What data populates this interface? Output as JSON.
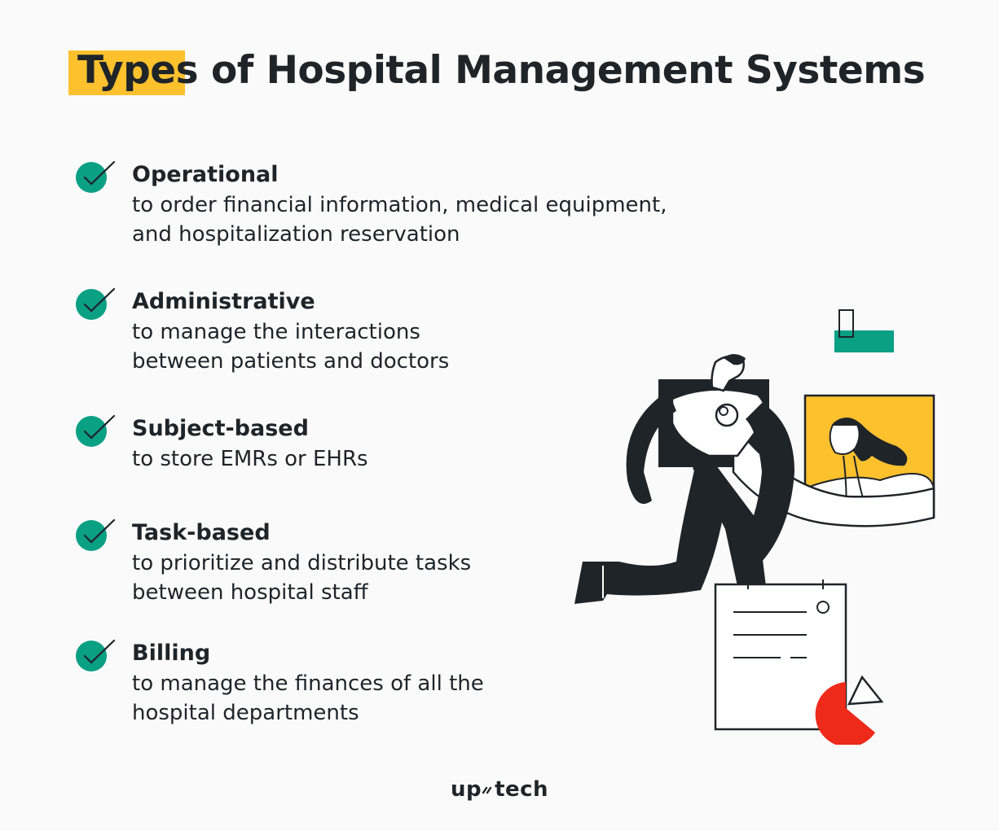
{
  "title": {
    "text": "Types of Hospital Management Systems",
    "highlight_color": "#fdc12e"
  },
  "colors": {
    "text": "#1f2429",
    "accent_green": "#0aa084",
    "accent_yellow": "#fdc12e",
    "accent_red": "#ee2a1b"
  },
  "items": [
    {
      "title": "Operational",
      "description": "to order financial information, medical equipment, and hospitalization reservation",
      "icon": "check-circle-icon"
    },
    {
      "title": "Administrative",
      "description": "to manage the interactions between patients and doctors",
      "icon": "check-circle-icon"
    },
    {
      "title": "Subject-based",
      "description": "to store EMRs or EHRs",
      "icon": "check-circle-icon"
    },
    {
      "title": "Task-based",
      "description": "to prioritize and distribute tasks between hospital staff",
      "icon": "check-circle-icon"
    },
    {
      "title": "Billing",
      "description": "to manage the finances of all the hospital departments",
      "icon": "check-circle-icon"
    }
  ],
  "logo": {
    "left": "up",
    "right": "tech"
  }
}
